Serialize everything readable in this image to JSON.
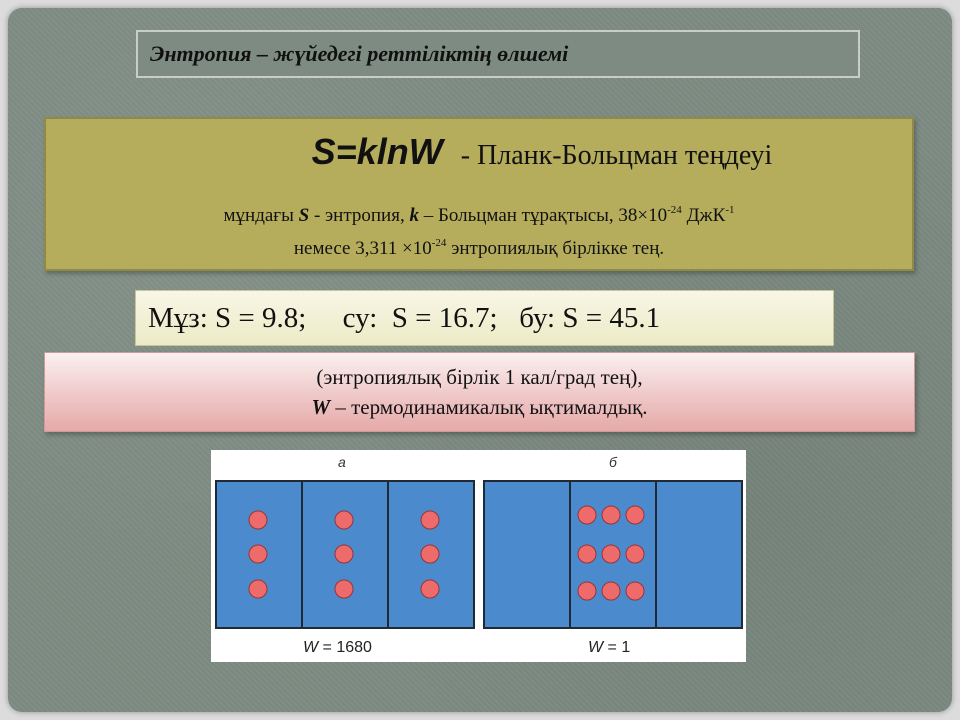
{
  "title": "Энтропия – жүйедегі реттіліктің өлшемі",
  "formula": {
    "main": "S=klnW",
    "name": "- Планк-Больцман теңдеуі",
    "line1": {
      "prefix": "мұндағы ",
      "s": "S",
      "s_text": " - энтропия, ",
      "k": "k",
      "k_text": " – Больцман тұрақтысы, 38",
      "times": "×",
      "ten": "10",
      "exp1": "-24",
      "unit": " ДжК",
      "unit_exp": "-1"
    },
    "line2": {
      "prefix": "немесе  3,311 ",
      "times": "×",
      "ten": "10",
      "exp": "-24",
      "suffix": " энтропиялық бірлікке тең."
    }
  },
  "values": "Мұз: S = 9.8;     су:  S = 16.7;   бу: S = 45.1",
  "note": {
    "line1": "(энтропиялық бірлік 1 кал/град тең),",
    "w": "W",
    "line2": " – термодинамикалық ықтималдық."
  },
  "figure": {
    "label_a": "а",
    "label_b": "б",
    "caption_a_var": "W",
    "caption_a_val": " = 1680",
    "caption_b_var": "W",
    "caption_b_val": " = 1",
    "colors": {
      "cell": "#4a8acd",
      "ball": "#ee6b6b",
      "border": "#1f2a35"
    }
  }
}
